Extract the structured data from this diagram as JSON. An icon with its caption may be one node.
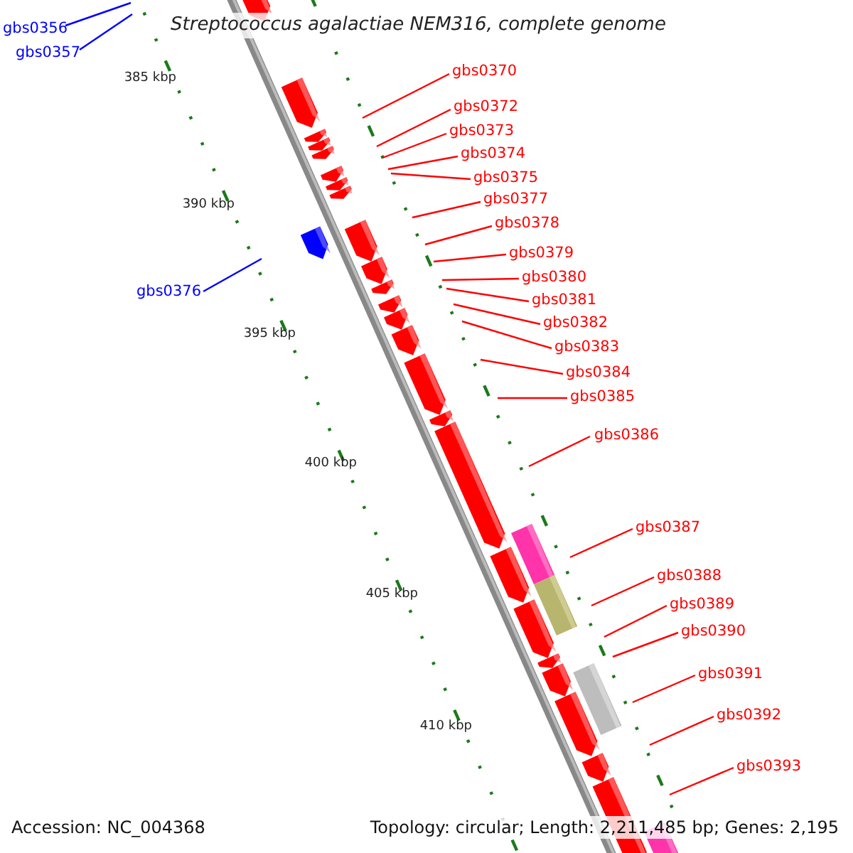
{
  "diagram": {
    "title": "Streptococcus agalactiae NEM316, complete genome",
    "nodes": [
      {
        "text": [
          "gbs0356"
        ]
      },
      {
        "text": [
          "gbs0357"
        ]
      },
      {
        "text": [
          "gbs0370"
        ]
      },
      {
        "text": [
          "gbs0372"
        ]
      },
      {
        "text": [
          "gbs0373"
        ]
      },
      {
        "text": [
          "gbs0374"
        ]
      },
      {
        "text": [
          "gbs0375"
        ]
      },
      {
        "text": [
          "gbs0377"
        ]
      },
      {
        "text": [
          "gbs0378"
        ]
      },
      {
        "text": [
          "gbs0379"
        ]
      },
      {
        "text": [
          "gbs0380"
        ]
      },
      {
        "text": [
          "gbs0376"
        ]
      },
      {
        "text": [
          "gbs0381"
        ]
      },
      {
        "text": [
          "gbs0382"
        ]
      },
      {
        "text": [
          "gbs0383"
        ]
      },
      {
        "text": [
          "gbs0384"
        ]
      },
      {
        "text": [
          "gbs0385"
        ]
      },
      {
        "text": [
          "gbs0386"
        ]
      },
      {
        "text": [
          "gbs0387"
        ]
      },
      {
        "text": [
          "gbs0388"
        ]
      },
      {
        "text": [
          "gbs0389"
        ]
      },
      {
        "text": [
          "gbs0390"
        ]
      },
      {
        "text": [
          "gbs0391"
        ]
      },
      {
        "text": [
          "gbs0392"
        ]
      },
      {
        "text": [
          "gbs0393"
        ]
      }
    ],
    "edges": [
      {
        "from": 0,
        "to": null,
        "arrow": "none",
        "color": "#0000ff"
      },
      {
        "from": 1,
        "to": null,
        "arrow": "none",
        "color": "#0000ff"
      },
      {
        "from": 2,
        "to": null,
        "arrow": "none"
      },
      {
        "from": 3,
        "to": null,
        "arrow": "none"
      },
      {
        "from": 4,
        "to": null,
        "arrow": "none"
      },
      {
        "from": 5,
        "to": null,
        "arrow": "none"
      },
      {
        "from": 6,
        "to": null,
        "arrow": "none"
      },
      {
        "from": 7,
        "to": null,
        "arrow": "none"
      },
      {
        "from": 8,
        "to": null,
        "arrow": "none"
      },
      {
        "from": 9,
        "to": null,
        "arrow": "none"
      },
      {
        "from": 10,
        "to": null,
        "arrow": "none"
      },
      {
        "from": 11,
        "to": null,
        "arrow": "none",
        "color": "#0000ff"
      },
      {
        "from": 12,
        "to": null,
        "arrow": "none"
      },
      {
        "from": 13,
        "to": null,
        "arrow": "none"
      },
      {
        "from": 14,
        "to": null,
        "arrow": "none"
      },
      {
        "from": 15,
        "to": null,
        "arrow": "none"
      },
      {
        "from": 16,
        "to": null,
        "arrow": "none"
      },
      {
        "from": 17,
        "to": null,
        "arrow": "none"
      },
      {
        "from": 18,
        "to": null,
        "arrow": "none"
      },
      {
        "from": 19,
        "to": null,
        "arrow": "none"
      },
      {
        "from": 20,
        "to": null,
        "arrow": "none"
      },
      {
        "from": 21,
        "to": null,
        "arrow": "none"
      },
      {
        "from": 22,
        "to": null,
        "arrow": "none"
      },
      {
        "from": 23,
        "to": null,
        "arrow": "none"
      },
      {
        "from": 24,
        "to": null,
        "arrow": "none"
      }
    ],
    "labels": [
      "385 kbp",
      "390 kbp",
      "395 kbp",
      "400 kbp",
      "405 kbp",
      "410 kbp",
      "Accession: NC_004368",
      "Topology: circular; Length: 2,211,485 bp; Genes: 2,195"
    ]
  }
}
